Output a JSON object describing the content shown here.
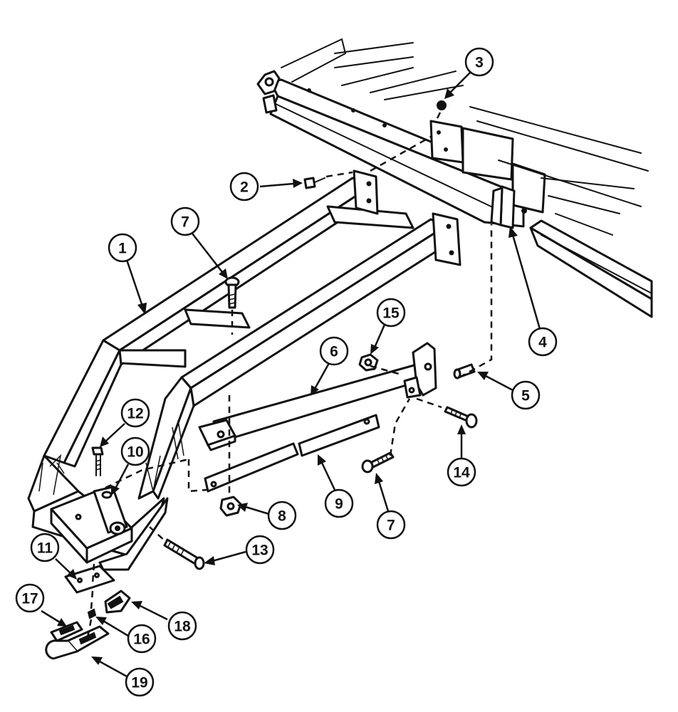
{
  "callouts": [
    {
      "id": "1",
      "label": "1"
    },
    {
      "id": "2",
      "label": "2"
    },
    {
      "id": "3",
      "label": "3"
    },
    {
      "id": "4",
      "label": "4"
    },
    {
      "id": "5",
      "label": "5"
    },
    {
      "id": "6",
      "label": "6"
    },
    {
      "id": "7a",
      "label": "7"
    },
    {
      "id": "7b",
      "label": "7"
    },
    {
      "id": "8",
      "label": "8"
    },
    {
      "id": "9",
      "label": "9"
    },
    {
      "id": "10",
      "label": "10"
    },
    {
      "id": "11",
      "label": "11"
    },
    {
      "id": "12",
      "label": "12"
    },
    {
      "id": "13",
      "label": "13"
    },
    {
      "id": "14",
      "label": "14"
    },
    {
      "id": "15",
      "label": "15"
    },
    {
      "id": "16",
      "label": "16"
    },
    {
      "id": "17",
      "label": "17"
    },
    {
      "id": "18",
      "label": "18"
    },
    {
      "id": "19",
      "label": "19"
    }
  ],
  "colors": {
    "ink": "#111111",
    "paper": "#ffffff"
  }
}
